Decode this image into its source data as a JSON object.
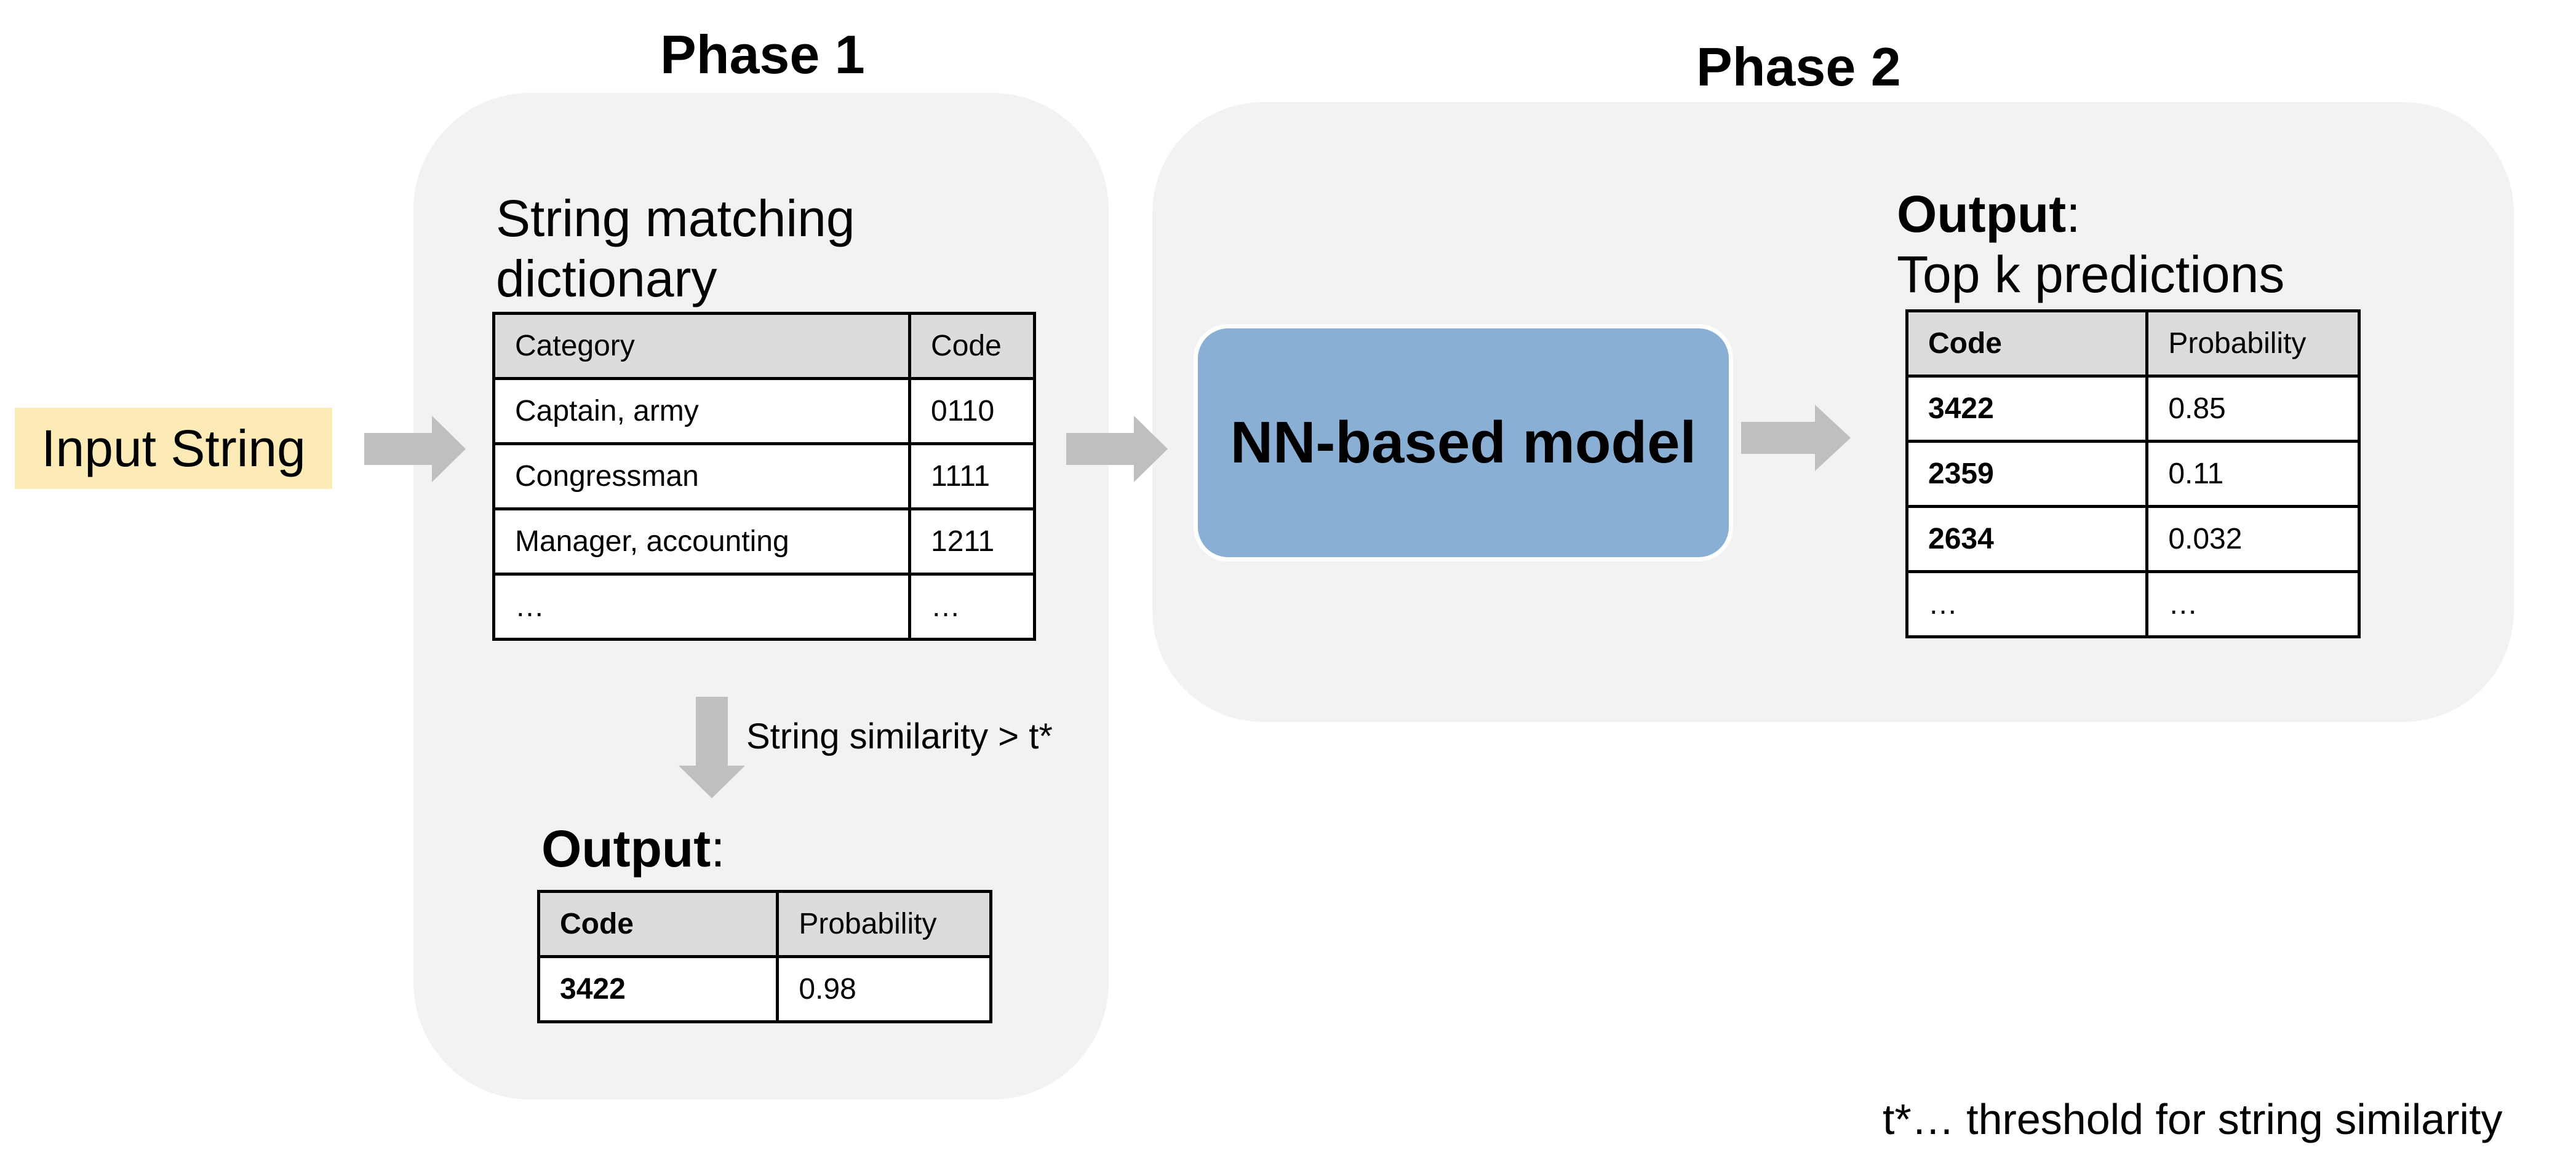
{
  "input": {
    "label": "Input String"
  },
  "phase1": {
    "title": "Phase 1",
    "dictionary": {
      "heading_line1": "String matching",
      "heading_line2": "dictionary",
      "columns": [
        "Category",
        "Code"
      ],
      "rows": [
        [
          "Captain, army",
          "0110"
        ],
        [
          "Congressman",
          "1111"
        ],
        [
          "Manager, accounting",
          "1211"
        ],
        [
          "…",
          "…"
        ]
      ]
    },
    "similarity_label": "String similarity > t*",
    "output": {
      "heading": "Output",
      "heading_suffix": ":",
      "columns": [
        "Code",
        "Probability"
      ],
      "rows": [
        [
          "3422",
          "0.98"
        ]
      ]
    }
  },
  "phase2": {
    "title": "Phase 2",
    "model_label": "NN-based model",
    "output": {
      "heading": "Output",
      "heading_suffix": ":",
      "subheading": "Top k predictions",
      "columns": [
        "Code",
        "Probability"
      ],
      "rows": [
        [
          "3422",
          "0.85"
        ],
        [
          "2359",
          "0.11"
        ],
        [
          "2634",
          "0.032"
        ],
        [
          "…",
          "…"
        ]
      ]
    }
  },
  "footnote": "t*… threshold for string similarity",
  "colors": {
    "panel": "#f2f2f2",
    "input_fill": "#fcebb6",
    "model_fill": "#8aafd5",
    "arrow": "#bfbfbf",
    "table_header": "#dcdcdc"
  }
}
